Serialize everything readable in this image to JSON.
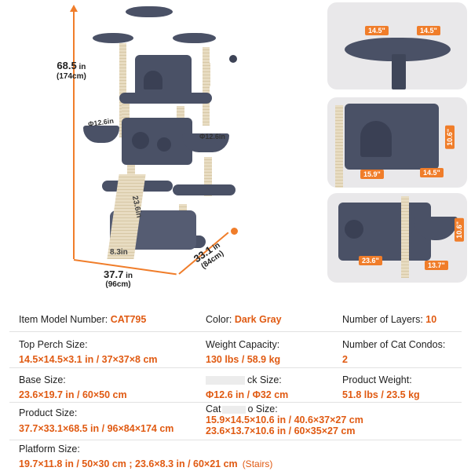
{
  "illustration": {
    "height_in": "68.5",
    "height_in_unit": "in",
    "height_cm": "(174cm)",
    "depth_in": "37.7",
    "depth_in_unit": "in",
    "depth_cm": "(96cm)",
    "width_in": "33.1",
    "width_in_unit": "in",
    "width_cm": "(84cm)",
    "hammock_left": "Φ12.6in",
    "hammock_right": "Φ12.6in",
    "ramp_length": "23.6in",
    "ramp_width": "8.3in",
    "accent": "#f07d2a",
    "fur_color": "#4a5166"
  },
  "details": {
    "perch_left": "14.5\"",
    "perch_right": "14.5\"",
    "condo1_width": "15.9\"",
    "condo1_depth": "14.5\"",
    "condo1_height": "10.6\"",
    "condo2_width": "23.6\"",
    "condo2_depth": "13.7\"",
    "condo2_height": "10.6\""
  },
  "specs": {
    "model_label": "Item Model Number: ",
    "model_value": "CAT795",
    "color_label": "Color: ",
    "color_value": "Dark Gray",
    "layers_label": "Number of Layers: ",
    "layers_value": "10",
    "perch_label": "Top Perch Size:",
    "perch_value": "14.5×14.5×3.1 in / 37×37×8 cm",
    "capacity_label": "Weight Capacity:",
    "capacity_value": "130 lbs / 58.9 kg",
    "condos_label": "Number of Cat Condos:",
    "condos_value": "2",
    "base_label": "Base Size:",
    "base_value": "23.6×19.7 in / 60×50 cm",
    "hammock_label_end": "ck Size:",
    "hammock_value": "Φ12.6 in / Φ32 cm",
    "weight_label": "Product Weight:",
    "weight_value": "51.8 lbs / 23.5 kg",
    "product_label": "Product Size:",
    "product_value": "37.7×33.1×68.5 in / 96×84×174 cm",
    "condo_label_start": "Cat",
    "condo_label_end": "o Size:",
    "condo_value_1": "15.9×14.5×10.6 in / 40.6×37×27 cm",
    "condo_value_2": "23.6×13.7×10.6 in / 60×35×27 cm",
    "platform_label": "Platform Size:",
    "platform_value": "19.7×11.8 in / 50×30 cm ; 23.6×8.3 in / 60×21 cm",
    "platform_note": "(Stairs)",
    "value_color": "#e05a12"
  }
}
